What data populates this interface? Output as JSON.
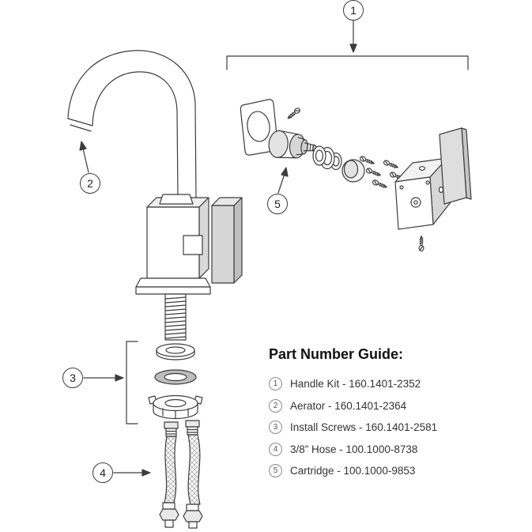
{
  "diagram": {
    "callouts": [
      {
        "num": "1"
      },
      {
        "num": "2"
      },
      {
        "num": "3"
      },
      {
        "num": "4"
      },
      {
        "num": "5"
      }
    ]
  },
  "guide": {
    "title": "Part Number Guide:",
    "parts": [
      {
        "num": "1",
        "label": "Handle Kit - 160.1401-2352"
      },
      {
        "num": "2",
        "label": "Aerator - 160.1401-2364"
      },
      {
        "num": "3",
        "label": "Install Screws - 160.1401-2581"
      },
      {
        "num": "4",
        "label": "3/8” Hose - 100.1000-8738"
      },
      {
        "num": "5",
        "label": "Cartridge - 100.1000-9853"
      }
    ]
  }
}
